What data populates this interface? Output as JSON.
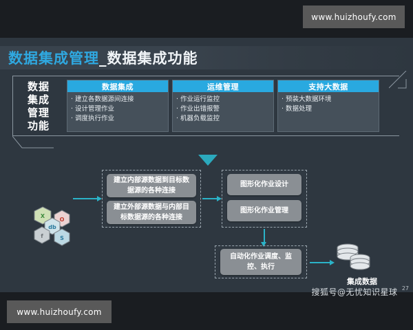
{
  "watermarks": {
    "top": "www.huizhoufy.com",
    "bottom": "www.huizhoufy.com",
    "sohu": "搜狐号@无忧知识星球",
    "page_number": "27"
  },
  "slide": {
    "title_primary": "数据集成管理",
    "title_secondary": "_数据集成功能",
    "side_label_lines": [
      "数据",
      "集成",
      "管理",
      "功能"
    ],
    "cards": [
      {
        "title": "数据集成",
        "items": [
          "建立各数据源间连接",
          "设计管理作业",
          "调度执行作业"
        ]
      },
      {
        "title": "运维管理",
        "items": [
          "作业运行监控",
          "作业出错报警",
          "机器负载监控"
        ]
      },
      {
        "title": "支持大数据",
        "items": [
          "预装大数据环境",
          "数据处理"
        ]
      }
    ],
    "flow": {
      "connect_nodes": [
        "建立内部源数据到目标数据源的各种连接",
        "建立外部源数据与内部目标数据源的各种连接"
      ],
      "design_nodes": [
        "图形化作业设计",
        "图形化作业管理"
      ],
      "automation_node": "自动化作业调度、监控、执行",
      "database_label": "集成数据",
      "source_icon": "data-source-hex-cluster-icon",
      "database_icon": "database-stack-icon"
    }
  },
  "colors": {
    "accent_blue": "#29a9e0",
    "arrow_cyan": "#2bb3c8",
    "slide_bg": "#2e3740",
    "card_bg": "#45505a",
    "node_gray": "#8a8f94",
    "page_bg": "#1a1d21",
    "watermark_bg": "#595959"
  }
}
